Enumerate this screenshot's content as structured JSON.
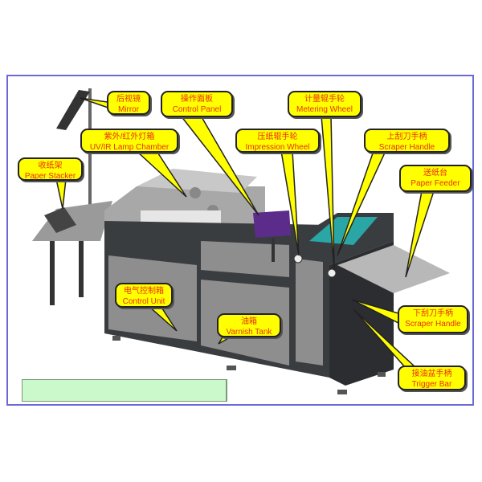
{
  "callouts": {
    "mirror": {
      "zh": "后视镜",
      "en": "Mirror"
    },
    "control_panel": {
      "zh": "操作面板",
      "en": "Control Panel"
    },
    "metering_wheel": {
      "zh": "计量辊手轮",
      "en": "Metering Wheel"
    },
    "lamp_chamber": {
      "zh": "紫外/红外灯箱",
      "en": "UV/IR Lamp Chamber"
    },
    "impression_wheel": {
      "zh": "压纸辊手轮",
      "en": "Impression Wheel"
    },
    "scraper_handle_upper": {
      "zh": "上刮刀手柄",
      "en": "Scraper Handle"
    },
    "paper_stacker": {
      "zh": "收纸架",
      "en": "Paper Stacker"
    },
    "paper_feeder": {
      "zh": "送纸台",
      "en": "Paper Feeder"
    },
    "control_unit": {
      "zh": "电气控制箱",
      "en": "Control Unit"
    },
    "varnish_tank": {
      "zh": "油箱",
      "en": "Varnish Tank"
    },
    "scraper_handle_lower": {
      "zh": "下刮刀手柄",
      "en": "Scraper Handle"
    },
    "trigger_bar": {
      "zh": "接油盆手柄",
      "en": "Trigger Bar"
    }
  },
  "colors": {
    "callout_fill": "#ffff00",
    "callout_text": "#e8300a",
    "frame": "#6b6bd6",
    "machine_body": "#8e8e8e",
    "machine_frame": "#3a3d40",
    "feeder_teal": "#2aa6a6"
  }
}
